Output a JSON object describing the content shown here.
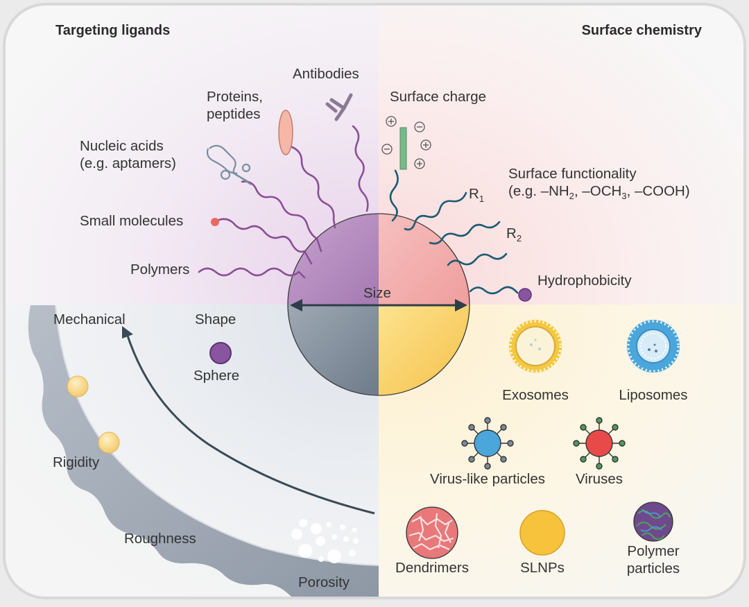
{
  "headers": {
    "left": "Targeting ligands",
    "right": "Surface chemistry"
  },
  "targeting_ligands": {
    "antibodies": "Antibodies",
    "proteins_line1": "Proteins,",
    "proteins_line2": "peptides",
    "nucleic_line1": "Nucleic acids",
    "nucleic_line2": "(e.g. aptamers)",
    "small_molecules": "Small molecules",
    "polymers": "Polymers"
  },
  "surface_chemistry": {
    "surface_charge": "Surface charge",
    "functionality_line1": "Surface functionality",
    "functionality_prefix": "(e.g. –NH",
    "functionality_sub1": "2",
    "functionality_mid": ", –OCH",
    "functionality_sub2": "3",
    "functionality_suffix": ", –COOH)",
    "r1": "R",
    "r1_sub": "1",
    "r2": "R",
    "r2_sub": "2",
    "hydrophobicity": "Hydrophobicity"
  },
  "center": {
    "size": "Size"
  },
  "mechanical": {
    "mechanical": "Mechanical",
    "shape": "Shape",
    "sphere": "Sphere",
    "rigidity": "Rigidity",
    "roughness": "Roughness",
    "porosity": "Porosity"
  },
  "particle_types": {
    "exosomes": "Exosomes",
    "liposomes": "Liposomes",
    "virus_like": "Virus-like particles",
    "viruses": "Viruses",
    "dendrimers": "Dendrimers",
    "slnps": "SLNPs",
    "polymer_line1": "Polymer",
    "polymer_line2": "particles"
  },
  "colors": {
    "ligand_purple": "#8a4f96",
    "chem_teal": "#1c5a72",
    "arrow_dark": "#3a4a56",
    "charge_green": "#78b98a",
    "exosome_yellow": "#f5c842",
    "liposome_blue": "#4aa6db",
    "virus_red": "#e84a4a",
    "virus_green": "#4f9a5a",
    "dendrimer_red": "#e8787a",
    "slnp_yellow": "#f7c33c",
    "polymer_purple": "#6e4a8c"
  }
}
